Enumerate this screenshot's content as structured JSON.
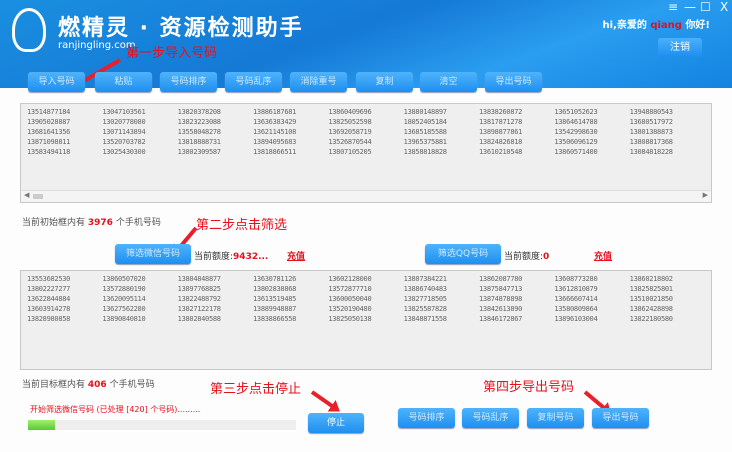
{
  "header": {
    "app_title": "燃精灵 · 资源检测助手",
    "site": "ranjingling.com",
    "greeting_prefix": "hi,亲爱的",
    "username": "qiang",
    "greeting_suffix": "你好!",
    "logout": "注销",
    "window_controls": [
      "≡",
      "—",
      "☐",
      "X"
    ]
  },
  "toolbar": [
    "导入号码",
    "粘贴",
    "号码排序",
    "号码乱序",
    "消除重号",
    "复制",
    "清空",
    "导出号码"
  ],
  "source_box": {
    "rows": [
      [
        "13514877184",
        "13047103561",
        "13820378208",
        "13886187681",
        "13860409696",
        "13880148897",
        "13838260872",
        "13651052623",
        "13948880543"
      ],
      [
        "13905028887",
        "13020778080",
        "13823223088",
        "13636383429",
        "13825052598",
        "18052405184",
        "13817871278",
        "13864614788",
        "13680517972"
      ],
      [
        "13681641356",
        "13071143894",
        "13558048278",
        "13621145108",
        "13692058719",
        "13685185588",
        "13898877861",
        "13542998630",
        "13801388873"
      ],
      [
        "13871098811",
        "13520703782",
        "13818888731",
        "13894095683",
        "13526870544",
        "13965375881",
        "13824826818",
        "13506096129",
        "13808817368"
      ],
      [
        "13583494118",
        "13025430300",
        "13802309587",
        "13818866511",
        "13807105205",
        "13858818828",
        "13610210548",
        "13860571400",
        "13084818228"
      ]
    ]
  },
  "source_count": {
    "prefix": "当前初始框内有",
    "count": "3976",
    "suffix": "个手机号码"
  },
  "filter": {
    "wechat_btn": "筛选微信号码",
    "qq_btn": "筛选QQ号码",
    "quota_label": "当前额度:",
    "wechat_quota": "9432...",
    "qq_quota": "0",
    "recharge": "充值"
  },
  "target_box": {
    "rows": [
      [
        "13553682530",
        "13860507020",
        "13804848877",
        "13630781126",
        "13602128000",
        "13807384221",
        "13862087780",
        "13608773280",
        "13860218802"
      ],
      [
        "13802227277",
        "13572880190",
        "13897768825",
        "13802838868",
        "13572877710",
        "13886740483",
        "13875847713",
        "13612810879",
        "13825825801"
      ],
      [
        "13622844884",
        "13620095114",
        "13822488792",
        "13613519485",
        "13600050040",
        "13827718505",
        "13874878898",
        "13666607414",
        "13510021850"
      ],
      [
        "13603914278",
        "13627562280",
        "13827122178",
        "13889948887",
        "13520190480",
        "13825587828",
        "13842613890",
        "13580809864",
        "13862428898"
      ],
      [
        "13828980858",
        "13890840810",
        "13802840588",
        "13838866558",
        "13825050138",
        "13848871558",
        "13846172867",
        "13896103004",
        "13822180580"
      ]
    ]
  },
  "target_count": {
    "prefix": "当前目标框内有",
    "count": "406",
    "suffix": "个手机号码"
  },
  "status": {
    "text": "开始筛选微信号码 (已处理 [420] 个号码).........",
    "progress_percent": 10
  },
  "bottom_buttons": {
    "stop": "停止",
    "sort": "号码排序",
    "shuffle": "号码乱序",
    "copy": "复制号码",
    "export": "导出号码"
  },
  "annotations": {
    "step1": "第一步导入号码",
    "step2": "第二步点击筛选",
    "step3": "第三步点击停止",
    "step4": "第四步导出号码"
  }
}
